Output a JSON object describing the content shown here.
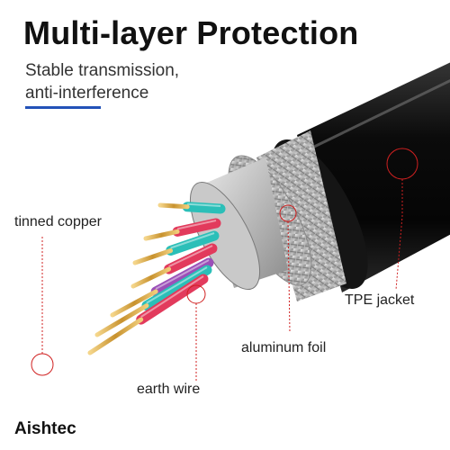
{
  "header": {
    "title": "Multi-layer Protection",
    "subtitle_line1": "Stable transmission,",
    "subtitle_line2": "anti-interference"
  },
  "callouts": {
    "tinned_copper": "tinned copper",
    "tpe_jacket": "TPE jacket",
    "aluminum_foil": "aluminum foil",
    "earth_wire": "earth wire"
  },
  "brand": "Aishtec",
  "colors": {
    "accent": "#2352b8",
    "callout_circle": "#d02020",
    "jacket": "#0e0e0e",
    "conductor": "#d4a545"
  },
  "wire_colors": [
    "#2bbfb8",
    "#e23a5c",
    "#2bbfb8",
    "#e23a5c",
    "#9b4fb8",
    "#2bbfb8",
    "#e23a5c"
  ]
}
